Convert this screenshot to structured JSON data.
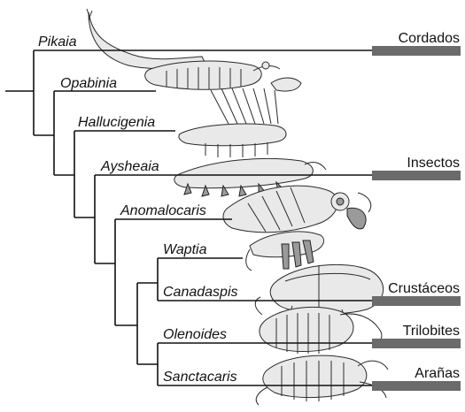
{
  "taxa": {
    "pikaia": "Pikaia",
    "opabinia": "Opabinia",
    "hallucigenia": "Hallucigenia",
    "aysheaia": "Aysheaia",
    "anomalocaris": "Anomalocaris",
    "waptia": "Waptia",
    "canadaspis": "Canadaspis",
    "olenoides": "Olenoides",
    "sanctacaris": "Sanctacaris"
  },
  "groups": {
    "cordados": "Cordados",
    "insectos": "Insectos",
    "crustaceos": "Crustáceos",
    "trilobites": "Trilobites",
    "aranas": "Arañas"
  },
  "colors": {
    "line": "#111111",
    "group_bar": "#6b6b6b",
    "fossil_fill": "#e9e9e9",
    "fossil_shade": "#9a9a9a"
  },
  "icons": {
    "pikaia": "pikaia-fossil-icon",
    "opabinia": "opabinia-fossil-icon",
    "hallucigenia": "hallucigenia-fossil-icon",
    "aysheaia": "aysheaia-fossil-icon",
    "anomalocaris": "anomalocaris-fossil-icon",
    "waptia": "waptia-fossil-icon",
    "canadaspis": "canadaspis-fossil-icon",
    "olenoides": "olenoides-fossil-icon",
    "sanctacaris": "sanctacaris-fossil-icon"
  }
}
